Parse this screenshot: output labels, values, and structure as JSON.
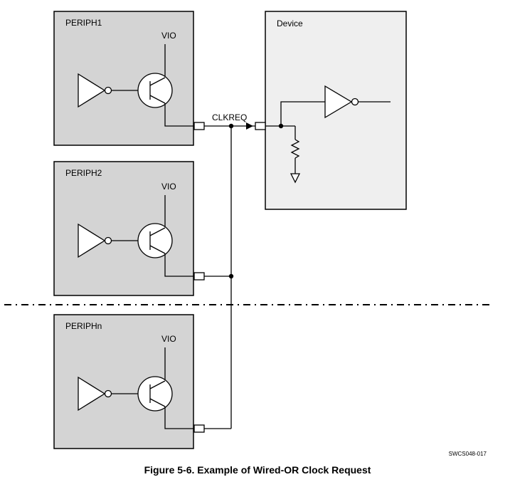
{
  "diagram": {
    "periph1_label": "PERIPH1",
    "periph2_label": "PERIPH2",
    "periphn_label": "PERIPHn",
    "vio_label": "VIO",
    "device_label": "Device",
    "signal_label": "CLKREQ",
    "doc_code": "SWCS048-017"
  },
  "caption": "Figure 5-6. Example of Wired-OR Clock Request",
  "colors": {
    "block_fill": "#d4d4d4",
    "device_fill": "#efefef",
    "stroke": "#000000"
  }
}
